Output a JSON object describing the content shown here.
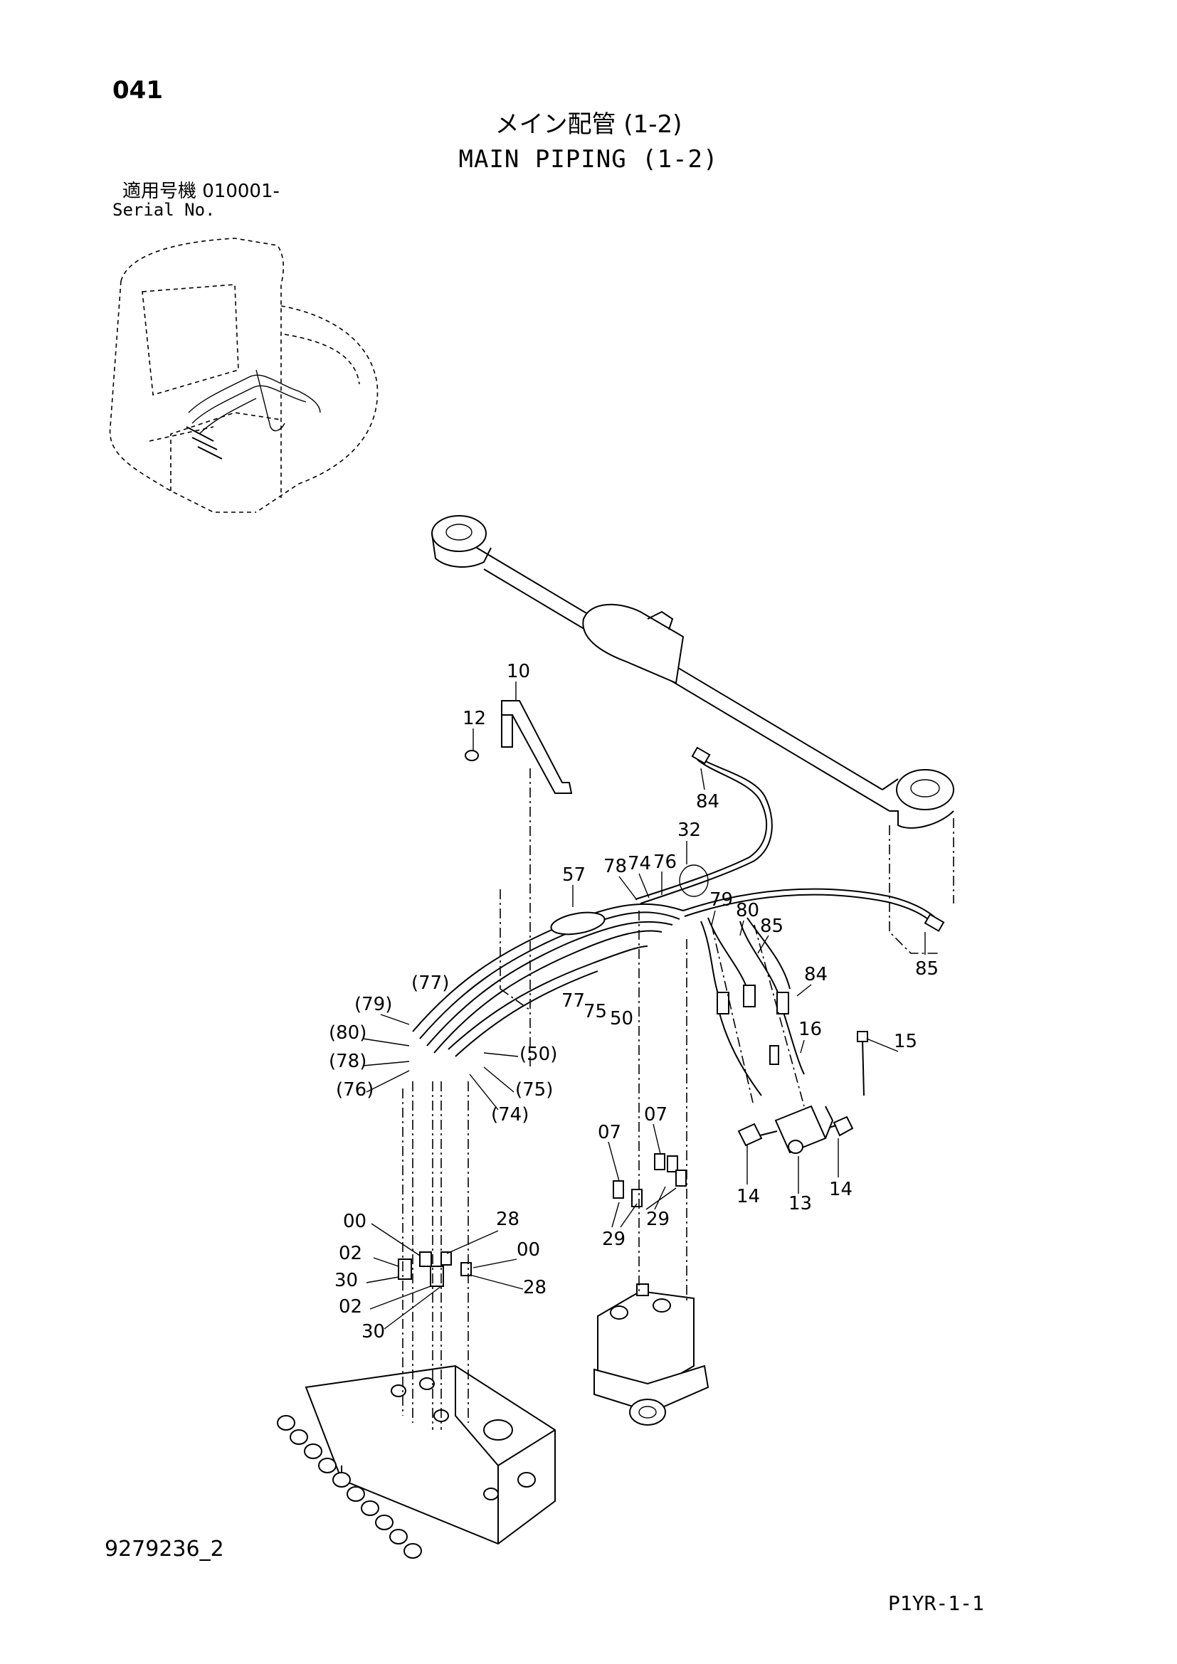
{
  "header": {
    "page_number": "041",
    "title_jp": "メイン配管 (1-2)",
    "title_en": "MAIN PIPING (1-2)",
    "serial_label_jp": "適用号機 010001-",
    "serial_label_en": "Serial No."
  },
  "footer": {
    "document_number": "9279236_2",
    "sheet_code": "P1YR-1-1"
  },
  "callouts": [
    "10",
    "12",
    "84",
    "32",
    "57",
    "78",
    "74",
    "76",
    "79",
    "80",
    "85",
    "84",
    "85",
    "77",
    "75",
    "50",
    "16",
    "15",
    "(77)",
    "(79)",
    "(80)",
    "(78)",
    "(76)",
    "(50)",
    "(75)",
    "(74)",
    "07",
    "07",
    "14",
    "13",
    "14",
    "29",
    "29",
    "00",
    "28",
    "02",
    "00",
    "30",
    "28",
    "02",
    "30"
  ]
}
